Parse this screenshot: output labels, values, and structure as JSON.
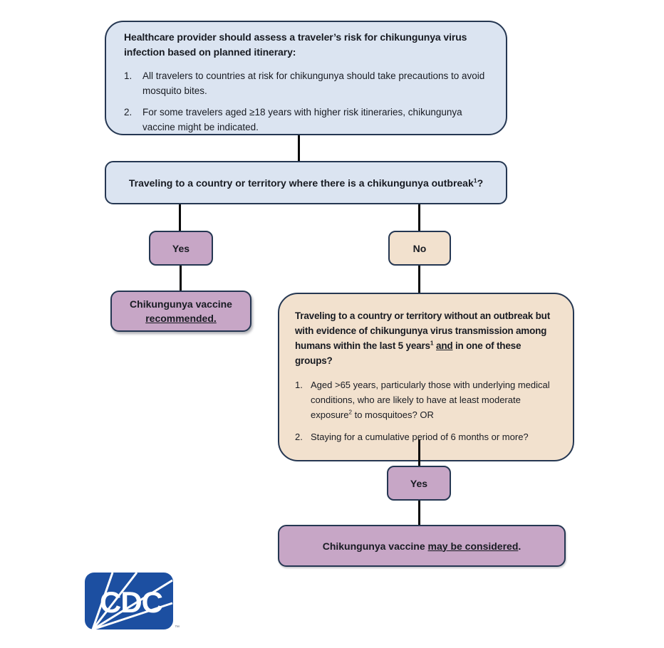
{
  "colors": {
    "blue_fill": "#dbe4f1",
    "purple_fill": "#c7a6c6",
    "tan_fill": "#f2e1ce",
    "border": "#253752",
    "line": "#0a0a0a",
    "cdc_blue": "#1c4fa1"
  },
  "intro": {
    "header": "Healthcare provider should assess a traveler’s risk for chikungunya virus infection based on planned itinerary:",
    "items": [
      {
        "num": "1.",
        "text": "All travelers to countries at risk for chikungunya should take precautions to avoid mosquito bites."
      },
      {
        "num": "2.",
        "text": "For some travelers aged ≥18 years with higher risk itineraries, chikungunya vaccine might be indicated."
      }
    ]
  },
  "question1": {
    "text": "Traveling to a country or territory where there is a chikungunya outbreak",
    "sup": "1",
    "suffix": "?"
  },
  "branch": {
    "yes_label": "Yes",
    "no_label": "No"
  },
  "recommended": {
    "line1": "Chikungunya vaccine",
    "line2": "recommended."
  },
  "question2": {
    "header_part1": "Traveling to a country or territory without an outbreak but with evidence of chikungunya virus transmission among humans within the last 5 years",
    "header_sup": "1",
    "header_underlined": "and",
    "header_part2": " in one of these groups?",
    "items": [
      {
        "num": "1.",
        "part1": "Aged >65 years, particularly those with underlying medical conditions, who are likely to have at least moderate exposure",
        "sup": "2",
        "part2": " to mosquitoes? OR"
      },
      {
        "num": "2.",
        "part1": "Staying for a cumulative period of 6 months or more?",
        "sup": "",
        "part2": ""
      }
    ]
  },
  "yes2_label": "Yes",
  "considered": {
    "prefix": "Chikungunya vaccine ",
    "underlined": "may be considered",
    "suffix": "."
  },
  "logo": {
    "text": "CDC",
    "tm": "™"
  }
}
